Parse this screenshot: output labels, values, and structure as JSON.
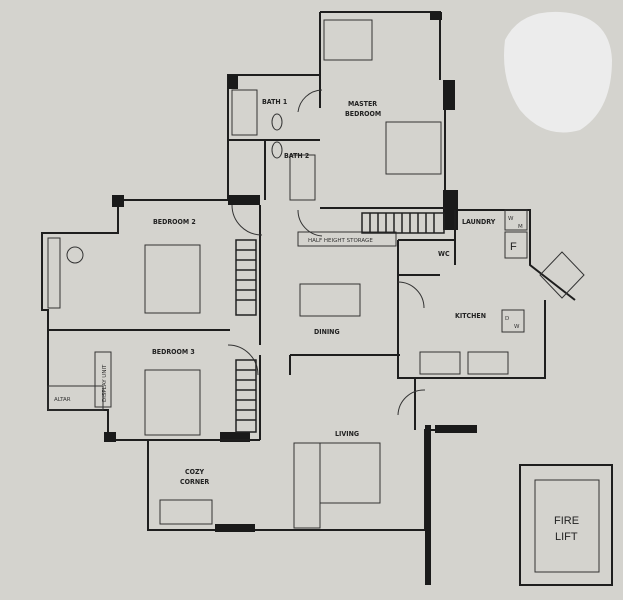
{
  "plan": {
    "rooms": {
      "bath1": "BATH 1",
      "bath2": "BATH 2",
      "master_line1": "MASTER",
      "master_line2": "BEDROOM",
      "bedroom2": "BEDROOM 2",
      "bedroom3": "BEDROOM 3",
      "storage": "HALF HEIGHT STORAGE",
      "wc": "WC",
      "laundry": "LAUNDRY",
      "kitchen": "KITCHEN",
      "dining": "DINING",
      "living": "LIVING",
      "cozy_line1": "COZY",
      "cozy_line2": "CORNER",
      "display": "DISPLAY UNIT",
      "altar": "ALTAR",
      "fire_line1": "FIRE",
      "fire_line2": "LIFT"
    },
    "appliances": {
      "w": "W",
      "m": "M",
      "f": "F",
      "d": "D",
      "w2": "W"
    }
  }
}
